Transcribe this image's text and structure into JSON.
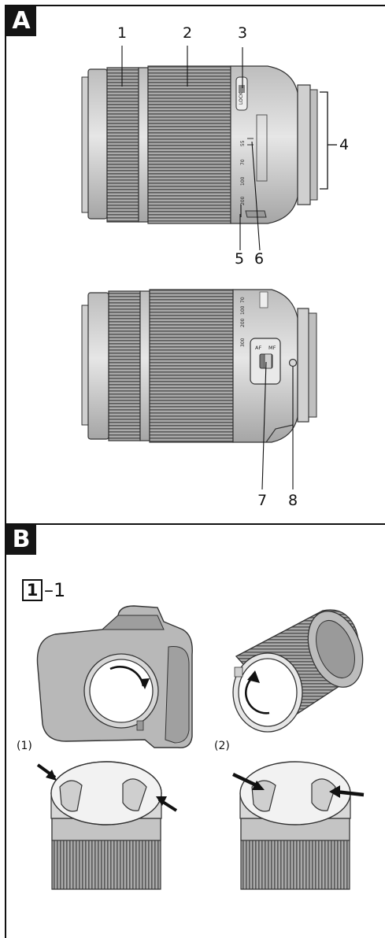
{
  "sections": {
    "a": {
      "badge": "A"
    },
    "b": {
      "badge": "B"
    }
  },
  "callouts": [
    "1",
    "2",
    "3",
    "4",
    "5",
    "6",
    "7",
    "8"
  ],
  "lens_markings": {
    "lock": "LOCK",
    "focal_top": [
      "55",
      "70",
      "100",
      "200"
    ],
    "focal_bottom": [
      "70",
      "100",
      "200",
      "300"
    ],
    "switch": {
      "af": "AF",
      "mf": "MF"
    }
  },
  "step": {
    "number": "1",
    "suffix": "–1"
  },
  "sub_labels": [
    "(1)",
    "(2)"
  ]
}
